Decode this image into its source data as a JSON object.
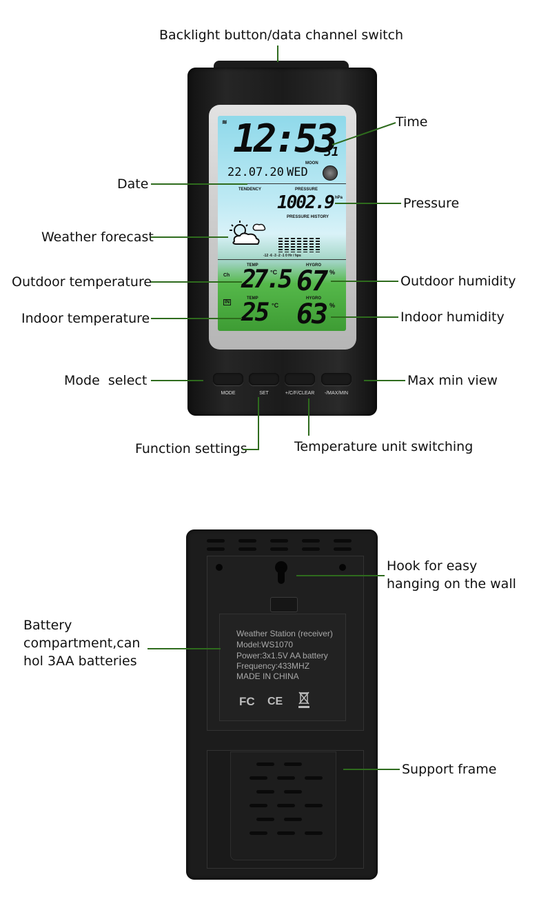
{
  "front": {
    "callouts": {
      "backlight": "Backlight button/data channel switch",
      "time": "Time",
      "date": "Date",
      "pressure": "Pressure",
      "forecast": "Weather forecast",
      "outdoor_temp": "Outdoor temperature",
      "outdoor_humidity": "Outdoor humidity",
      "indoor_temp": "Indoor temperature",
      "indoor_humidity": "Indoor humidity",
      "mode_select": "Mode  select",
      "max_min": "Max min view",
      "function_settings": "Function settings",
      "temp_unit": "Temperature unit switching"
    },
    "lcd": {
      "time": "12:53",
      "seconds": "51",
      "date": "22.07.20",
      "weekday": "WED",
      "moon": "MOON",
      "tendency": "TENDENCY",
      "pressure_label": "PRESSURE",
      "pressure_value": "1002.9",
      "pressure_unit": "hPa",
      "pressure_history": "PRESSURE  HISTORY",
      "history_axis": "-12   -6   -3  -2   -1    0  Hr / hps",
      "temp_label": "TEMP",
      "hygro_label": "HYGRO",
      "outdoor_temp": "27.5",
      "outdoor_unit": "°C",
      "outdoor_humidity": "67",
      "indoor_label": "IN",
      "indoor_temp": "25",
      "indoor_unit": "°C",
      "indoor_humidity": "63",
      "percent": "%",
      "channel": "Ch"
    },
    "buttons": [
      "MODE",
      "SET",
      "+/C/F/CLEAR",
      "-/MAX/MIN"
    ],
    "history_levels": [
      0.8,
      0.8,
      0.8,
      0.8,
      0.8,
      0.8,
      0.8
    ]
  },
  "back": {
    "callouts": {
      "hook": "Hook for easy hanging on the wall",
      "battery": "Battery compartment,can hol 3AA batteries",
      "support": "Support frame"
    },
    "sticker": {
      "line1": "Weather Station (receiver)",
      "line2": "Model:WS1070",
      "line3": "Power:3x1.5V AA battery",
      "line4": "Frequency:433MHZ",
      "line5": "MADE IN CHINA",
      "fcc": "FC",
      "ce": "CE"
    }
  },
  "colors": {
    "callout_line": "#2e6b1d",
    "device": "#1c1c1c",
    "lcd_sky": "#9fdcea",
    "lcd_grass": "#3e9c34"
  }
}
